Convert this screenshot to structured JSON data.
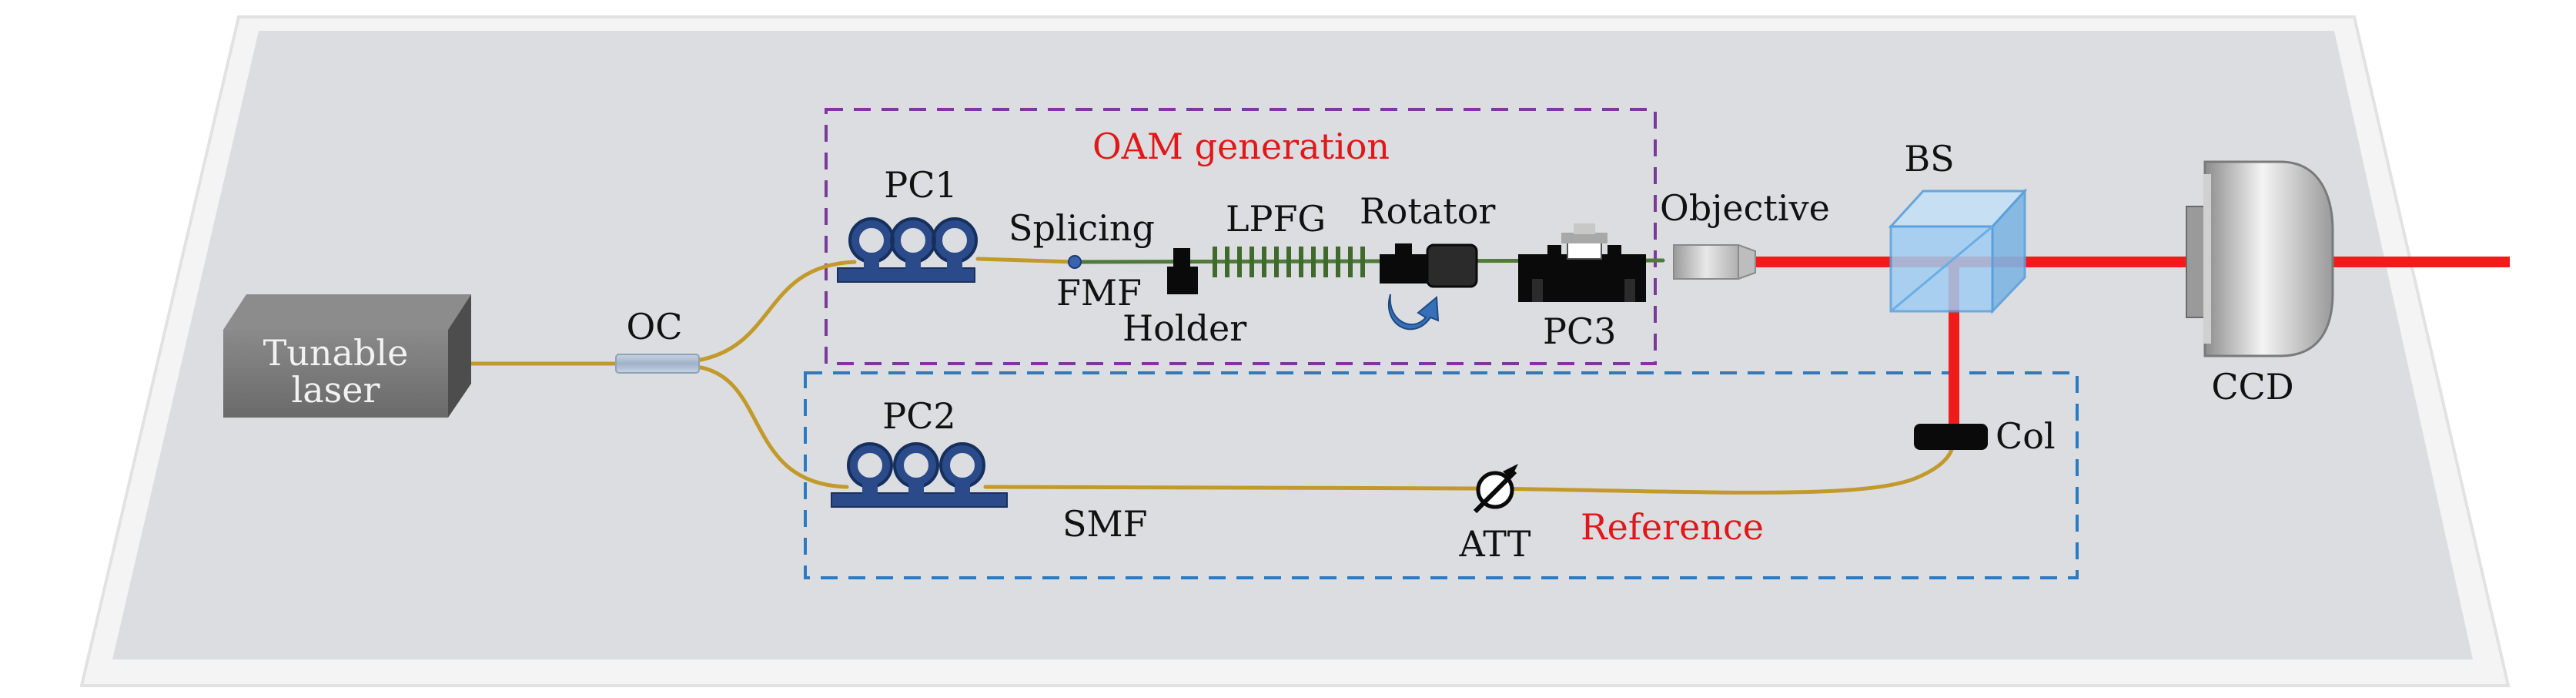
{
  "labels": {
    "tunable_laser_line1": "Tunable",
    "tunable_laser_line2": "laser",
    "oc": "OC",
    "pc1": "PC1",
    "pc2": "PC2",
    "pc3": "PC3",
    "splicing": "Splicing",
    "fmf": "FMF",
    "holder": "Holder",
    "lpfg": "LPFG",
    "rotator": "Rotator",
    "objective": "Objective",
    "bs": "BS",
    "ccd": "CCD",
    "col": "Col",
    "smf": "SMF",
    "att": "ATT"
  },
  "regions": {
    "oam_generation": "OAM generation",
    "reference": "Reference"
  },
  "colors": {
    "table_fill": "#dcdde0",
    "table_frame": "#f3f3f3",
    "fiber": "#c19a2b",
    "fmf_fiber": "#4f7a3a",
    "laser_beam": "#f01c1c",
    "oam_box": "#7a3a9a",
    "reference_box": "#2a7ac4",
    "region_title": "#e01818",
    "pc_coil": "#2a4a8a",
    "beam_splitter": "#8fc4ef"
  }
}
